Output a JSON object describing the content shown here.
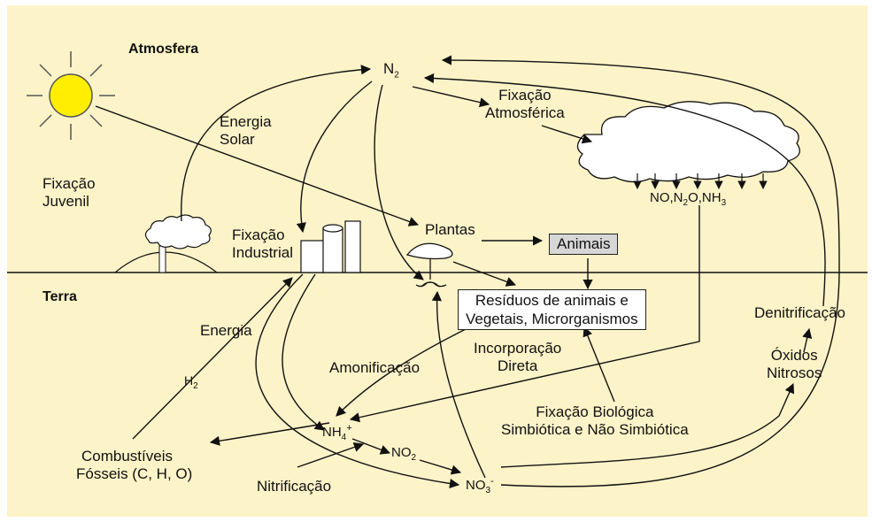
{
  "zones": {
    "atmosphere": "Atmosfera",
    "earth": "Terra"
  },
  "nodes": {
    "n2": "N",
    "n2_sub": "2",
    "solar_1": "Energia",
    "solar_2": "Solar",
    "atm_fix_1": "Fixação",
    "atm_fix_2": "Atmosférica",
    "juv_1": "Fixação",
    "juv_2": "Juvenil",
    "ind_1": "Fixação",
    "ind_2": "Industrial",
    "plantas": "Plantas",
    "animais": "Animais",
    "cloud_gases": {
      "no": "NO,N",
      "sub1": "2",
      "o": "O,NH",
      "sub2": "3"
    },
    "residuos_1": "Resíduos de animais e",
    "residuos_2": "Vegetais, Microrganismos",
    "energia": "Energia",
    "h2": "H",
    "h2_sub": "2",
    "amonificacao": "Amonificação",
    "incorp_1": "Incorporação",
    "incorp_2": "Direta",
    "denitrificacao": "Denitrificação",
    "oxidos_1": "Óxidos",
    "oxidos_2": "Nitrosos",
    "nh4": "NH",
    "nh4_sub": "4",
    "nh4_sup": "+",
    "no2": "NO",
    "no2_sub": "2",
    "no3": "NO",
    "no3_sub": "3",
    "no3_sup": "-",
    "fix_bio_1": "Fixação Biológica",
    "fix_bio_2": "Simbiótica e Não Simbiótica",
    "comb_1": "Combustíveis",
    "comb_2": "Fósseis (C, H, O)",
    "nitrificacao": "Nitrificação"
  },
  "colors": {
    "background": "#fdf3c8",
    "sun": "#ffee00",
    "lines": "#111111",
    "animais_box": "#d7d7d7"
  }
}
